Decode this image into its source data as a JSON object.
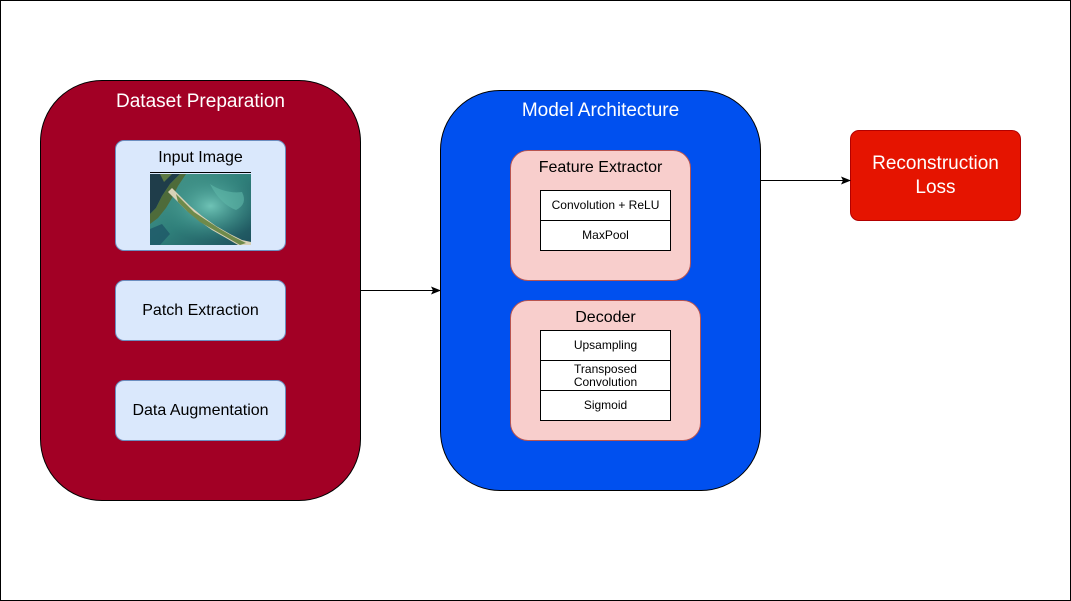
{
  "dataset": {
    "title": "Dataset Preparation",
    "input_image_label": "Input Image",
    "patch_label": "Patch Extraction",
    "augmentation_label": "Data Augmentation"
  },
  "model": {
    "title": "Model Architecture",
    "feature_extractor": {
      "title": "Feature Extractor",
      "layers": [
        "Convolution + ReLU",
        "MaxPool"
      ]
    },
    "decoder": {
      "title": "Decoder",
      "layers": [
        "Upsampling",
        "Transposed Convolution",
        "Sigmoid"
      ]
    }
  },
  "loss": {
    "label": "Reconstruction Loss"
  },
  "colors": {
    "dataset_fill": "#a20025",
    "model_fill": "#0050ef",
    "loss_fill": "#e51400",
    "light_box_fill": "#dae8fc",
    "pink_box_fill": "#f8cecc"
  }
}
